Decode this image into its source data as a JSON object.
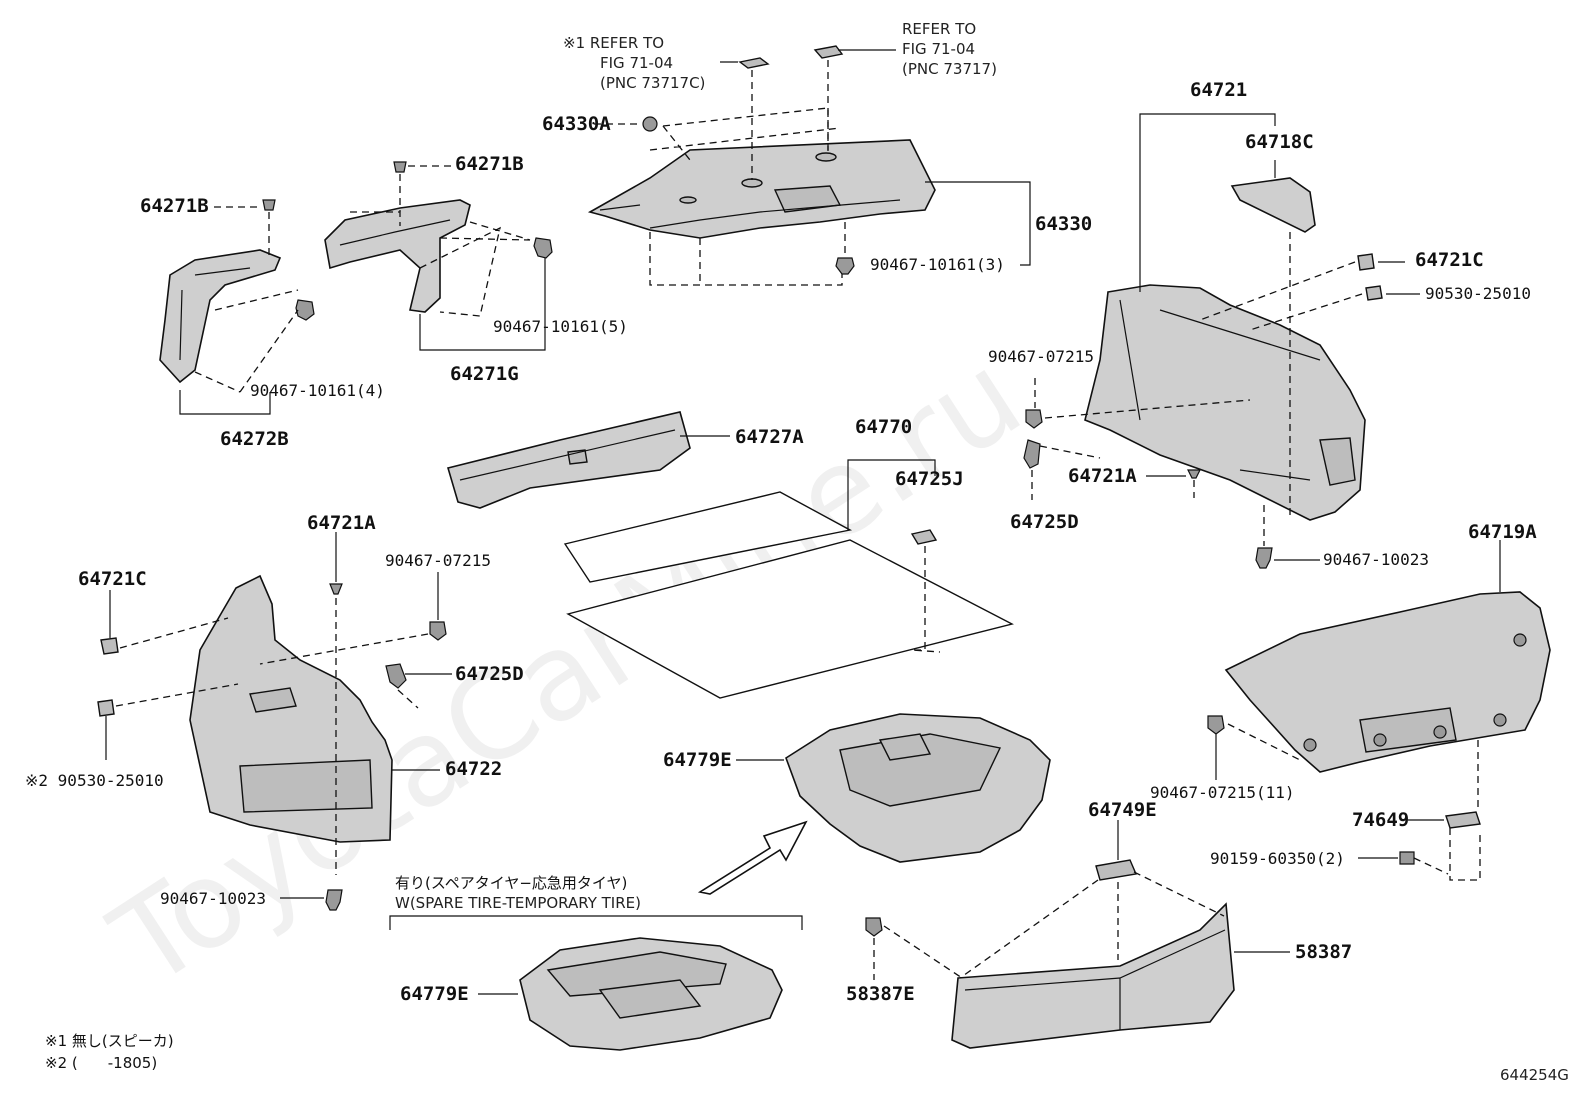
{
  "watermark": "ToyotaCarMine.ru",
  "figure_id": "644254G",
  "notes": {
    "note1": "※1 無し(スピーカ)",
    "note2": "※2 (　　-1805)"
  },
  "spare_tire": {
    "line1": "有り(スペアタイヤ−応急用タイヤ)",
    "line2": "W(SPARE TIRE-TEMPORARY TIRE)"
  },
  "refs": {
    "ref1_line1": "※1 REFER TO",
    "ref1_line2": "FIG 71-04",
    "ref1_line3": "(PNC 73717C)",
    "ref2_line1": "REFER TO",
    "ref2_line2": "FIG 71-04",
    "ref2_line3": "(PNC 73717)"
  },
  "labels": {
    "p64330A": "64330A",
    "p64271B_a": "64271B",
    "p64271B_b": "64271B",
    "p64330": "64330",
    "p90467_10161_3": "90467-10161(3)",
    "p90467_10161_5": "90467-10161(5)",
    "p90467_10161_4": "90467-10161(4)",
    "p64271G": "64271G",
    "p64272B": "64272B",
    "p64721": "64721",
    "p64718C": "64718C",
    "p64721C_r": "64721C",
    "p90530_25010_r": "90530-25010",
    "p90467_07215_r": "90467-07215",
    "p64721A_r": "64721A",
    "p64725D_r": "64725D",
    "p90467_10023_r": "90467-10023",
    "p64727A": "64727A",
    "p64770": "64770",
    "p64725J": "64725J",
    "p64721A_l": "64721A",
    "p90467_07215_l": "90467-07215",
    "p64721C_l": "64721C",
    "p64725D_l": "64725D",
    "p90530_25010_l": "※2 90530-25010",
    "p64722": "64722",
    "p90467_10023_l": "90467-10023",
    "p64719A": "64719A",
    "p90467_07215_11": "90467-07215(11)",
    "p74649": "74649",
    "p90159_60350_2": "90159-60350(2)",
    "p64779E_a": "64779E",
    "p64779E_b": "64779E",
    "p64749E": "64749E",
    "p58387": "58387",
    "p58387E": "58387E"
  }
}
